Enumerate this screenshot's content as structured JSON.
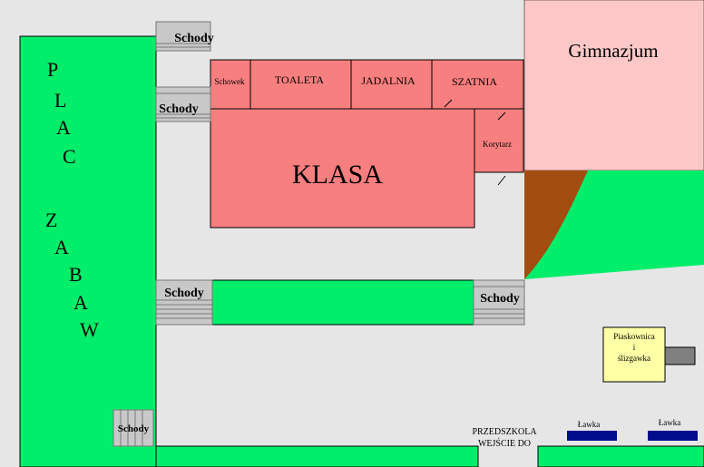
{
  "plan": {
    "colors": {
      "background": "#e6e6e6",
      "grass": "#00ee6a",
      "room": "#f87f7f",
      "gymnasium": "#ffc8c8",
      "stairs": "#c8c8c8",
      "path": "#a34d10",
      "sandbox": "#ffffa6",
      "bench": "#000c8c",
      "outline": "#000000"
    },
    "playground": {
      "letters": [
        "P",
        "L",
        "A",
        "C",
        "Z",
        "A",
        "B",
        "A",
        "W"
      ]
    },
    "stairs_label": "Schody",
    "rooms": {
      "schowek": "Schowek",
      "toaleta": "TOALETA",
      "jadalnia": "JADALNIA",
      "szatnia": "SZATNIA",
      "korytarz": "Korytarz",
      "klasa": "KLASA"
    },
    "gymnasium": "Gimnazjum",
    "sandbox": {
      "line1": "Piaskownica",
      "line2": "i",
      "line3": "ślizgawka"
    },
    "entrance": {
      "line1": "PRZEDSZKOLA",
      "line2": "WEJŚCIE DO"
    },
    "bench_label": "Ławka"
  }
}
